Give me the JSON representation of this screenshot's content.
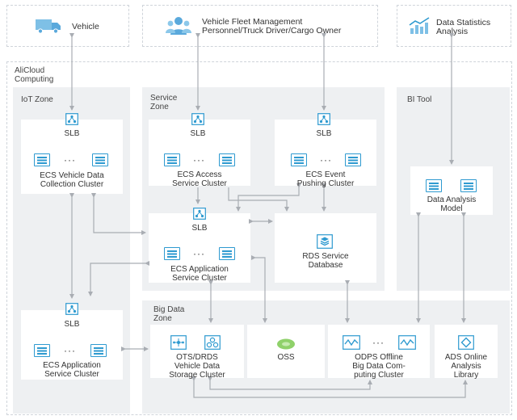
{
  "external": {
    "vehicle": {
      "label": "Vehicle",
      "icon": "truck-icon"
    },
    "fleet": {
      "line1": "Vehicle Fleet Management",
      "line2": "Personnel/Truck Driver/Cargo Owner",
      "icon": "people-icon"
    },
    "stats": {
      "line1": "Data Statistics",
      "line2": "Analysis",
      "icon": "chart-icon"
    }
  },
  "cloud": {
    "line1": "AliCloud",
    "line2": "Computing"
  },
  "zones": {
    "iot": "IoT Zone",
    "service": {
      "line1": "Service",
      "line2": "Zone"
    },
    "bi": "BI Tool",
    "bigdata": {
      "line1": "Big Data",
      "line2": "Zone"
    }
  },
  "slb_label": "SLB",
  "ellipsis": "···",
  "nodes": {
    "ecs_vehicle": {
      "line1": "ECS Vehicle Data",
      "line2": "Collection Cluster"
    },
    "ecs_access": {
      "line1": "ECS Access",
      "line2": "Service Cluster"
    },
    "ecs_event": {
      "line1": "ECS Event",
      "line2": "Pushing Cluster"
    },
    "ecs_app_service": {
      "line1": "ECS Application",
      "line2": "Service Cluster"
    },
    "rds": {
      "line1": "RDS Service",
      "line2": "Database"
    },
    "data_analysis": {
      "line1": "Data Analysis",
      "line2": "Model"
    },
    "ecs_app_iot": {
      "line1": "ECS Application",
      "line2": "Service Cluster"
    },
    "ots": {
      "line1": "OTS/DRDS",
      "line2": "Vehicle Data",
      "line3": "Storage Cluster"
    },
    "oss": {
      "line1": "OSS"
    },
    "odps": {
      "line1": "ODPS Offline",
      "line2": "Big Data Com-",
      "line3": "puting Cluster"
    },
    "ads": {
      "line1": "ADS Online",
      "line2": "Analysis",
      "line3": "Library"
    }
  },
  "colors": {
    "accent": "#2e9ad0",
    "zone": "#eef0f2",
    "line": "#a9adb3",
    "oss": "#8fd16a"
  }
}
